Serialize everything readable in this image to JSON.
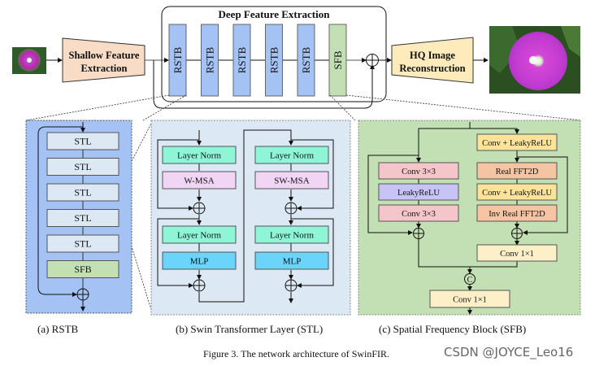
{
  "top": {
    "deep_title": "Deep Feature Extraction",
    "shallow": [
      "Shallow Feature",
      "Extraction"
    ],
    "rstb_blocks": [
      "RSTB",
      "RSTB",
      "RSTB",
      "RSTB",
      "RSTB"
    ],
    "sfb_block": "SFB",
    "hq": [
      "HQ Image",
      "Reconstruction"
    ],
    "input_image": "low-quality flower image",
    "output_image": "high-quality flower image"
  },
  "rstb_panel": {
    "items": [
      "STL",
      "STL",
      "STL",
      "STL",
      "STL",
      "SFB"
    ],
    "caption": "(a)  RSTB"
  },
  "stl_panel": {
    "left": [
      "Layer Norm",
      "W-MSA",
      "Layer Norm",
      "MLP"
    ],
    "right": [
      "Layer Norm",
      "SW-MSA",
      "Layer Norm",
      "MLP"
    ],
    "caption": "(b) Swin Transformer Layer (STL)"
  },
  "sfb_panel": {
    "left": [
      "Conv 3×3",
      "LeakyReLU",
      "Conv 3×3"
    ],
    "right": [
      "Conv + LeakyReLU",
      "Real FFT2D",
      "Conv + LeakyReLU",
      "Inv Real FFT2D",
      "Conv 1×1"
    ],
    "concat": "C",
    "final": "Conv 1×1",
    "caption": "(c) Spatial Frequency Block (SFB)"
  },
  "figure_caption": "Figure 3. The network architecture of SwinFIR.",
  "watermark": "CSDN @JOYCE_Leo16",
  "colors": {
    "shallow_fill": "#f9dcc6",
    "hq_fill": "#fdebbb",
    "rstb_fill": "#a4c2f4",
    "sfb_fill": "#c3e0b4",
    "rstb_panel_bg": "#a4c2f4",
    "stl_panel_bg": "#dde8f5",
    "sfb_panel_bg": "#c3e0b4",
    "layer_norm": "#8ef5d6",
    "w_msa": "#f0d5f5",
    "mlp": "#6ad4fa",
    "conv3": "#f4c6c9",
    "leaky": "#c8c3f7",
    "conv_leaky": "#fde39a",
    "fft": "#f5c4a3",
    "conv1": "#fdf0c9"
  }
}
